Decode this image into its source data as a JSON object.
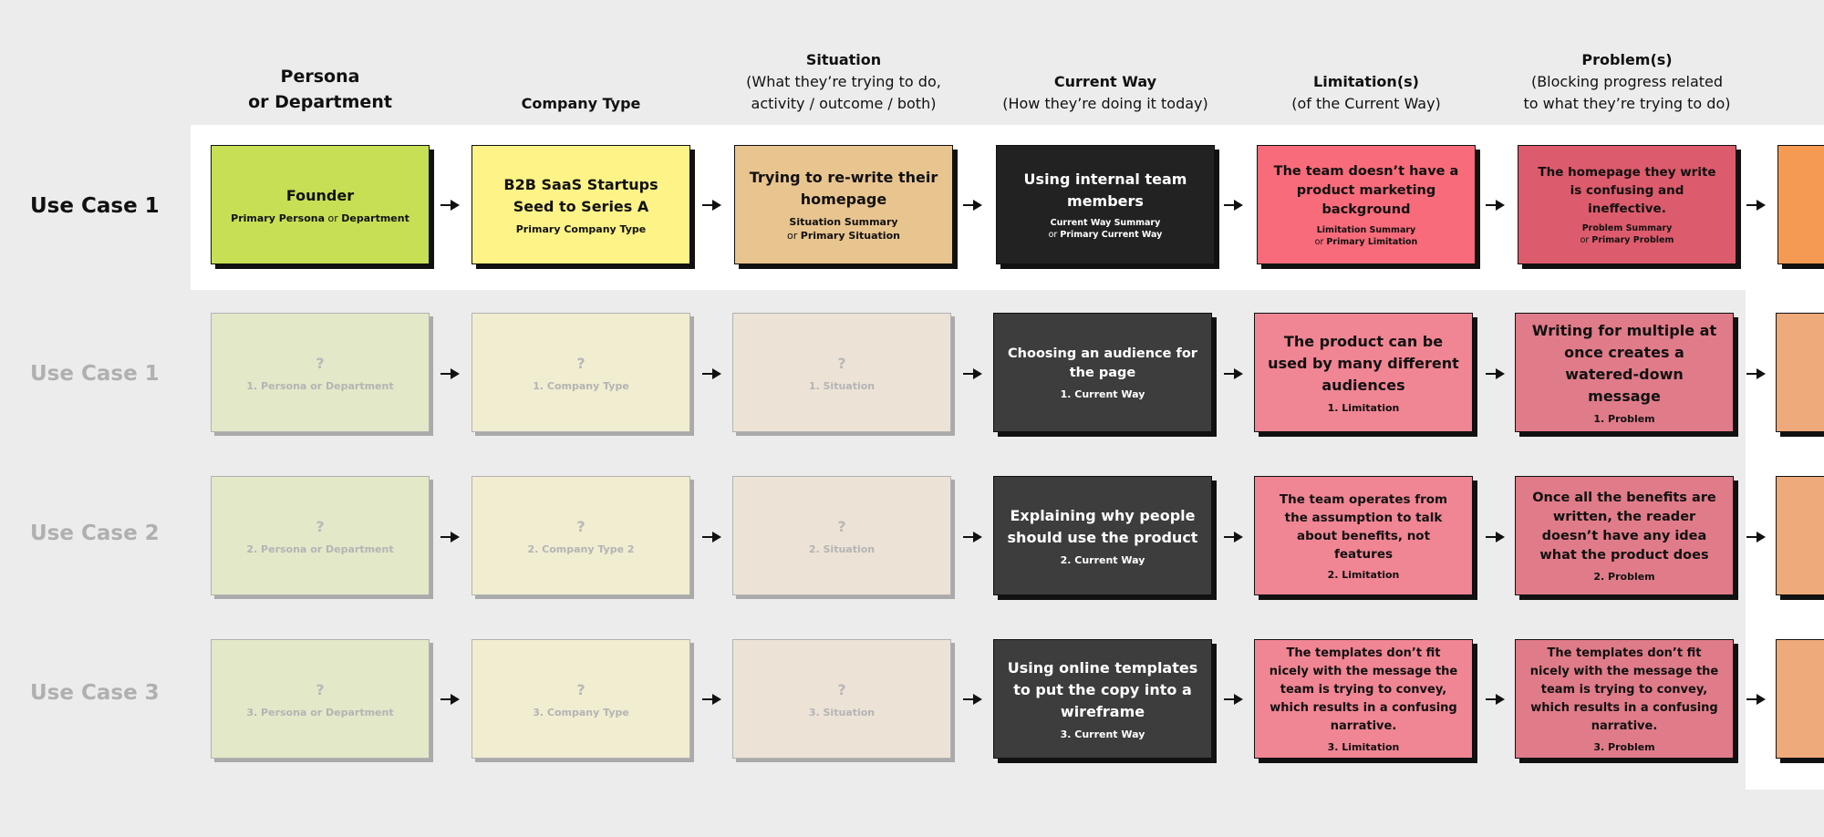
{
  "columns": [
    {
      "title": "Persona",
      "title2": "or Department"
    },
    {
      "title": "Company Type"
    },
    {
      "title": "Situation",
      "subtitle": "(What they’re trying to do,",
      "subtitle2": "activity / outcome / both)"
    },
    {
      "title": "Current Way",
      "subtitle": "(How they’re doing it today)"
    },
    {
      "title": "Limitation(s)",
      "subtitle": "(of the Current Way)"
    },
    {
      "title": "Problem(s)",
      "subtitle": "(Blocking progress related",
      "subtitle2": "to what they’re trying to do)"
    }
  ],
  "colors": {
    "persona": "#c6df55",
    "company": "#fdf387",
    "situation": "#e8c48f",
    "current": "#222222",
    "current_dark": "#3d3d3d",
    "limitation": "#f76b7a",
    "problem": "#dc5b6c",
    "edge": "#f59a52",
    "persona_faded": "#e3e8c8",
    "company_faded": "#f0edd1",
    "situation_faded": "#ece3d6",
    "limitation_row": "#f08594",
    "problem_row": "#e07b89",
    "edge_row": "#eeaa7a"
  },
  "rows": [
    {
      "label": "Use Case 1",
      "persona": {
        "main": "Founder",
        "sub_a": "Primary Persona",
        "sub_or": " or ",
        "sub_b": "Department"
      },
      "company": {
        "main": "B2B SaaS Startups Seed to Series A",
        "sub": "Primary Company Type"
      },
      "situation": {
        "main": "Trying to re-write their homepage",
        "sub_a": "Situation Summary",
        "sub_or": "or ",
        "sub_b": "Primary Situation"
      },
      "current": {
        "main": "Using internal team members",
        "sub_a": "Current Way Summary",
        "sub_or": "or ",
        "sub_b": "Primary Current Way"
      },
      "limitation": {
        "main": "The team doesn’t have a product marketing background",
        "sub_a": "Limitation Summary",
        "sub_or": "or ",
        "sub_b": "Primary Limitation"
      },
      "problem": {
        "main": "The homepage they write is confusing and ineffective.",
        "sub_a": "Problem Summary",
        "sub_or": "or ",
        "sub_b": "Primary Problem"
      }
    },
    {
      "label": "Use Case 1",
      "persona": {
        "main": "?",
        "sub": "1. Persona or Department"
      },
      "company": {
        "main": "?",
        "sub": "1. Company Type"
      },
      "situation": {
        "main": "?",
        "sub": "1. Situation"
      },
      "current": {
        "main": "Choosing an audience for the page",
        "sub": "1. Current Way"
      },
      "limitation": {
        "main": "The product can be used by many different audiences",
        "sub": "1. Limitation"
      },
      "problem": {
        "main": "Writing for multiple at once creates a watered-down message",
        "sub": "1. Problem"
      }
    },
    {
      "label": "Use Case 2",
      "persona": {
        "main": "?",
        "sub": "2. Persona or Department"
      },
      "company": {
        "main": "?",
        "sub": "2. Company Type 2"
      },
      "situation": {
        "main": "?",
        "sub": "2. Situation"
      },
      "current": {
        "main": "Explaining why people should use the product",
        "sub": "2. Current Way"
      },
      "limitation": {
        "main": "The team operates from the assumption to talk about benefits, not features",
        "sub": "2. Limitation"
      },
      "problem": {
        "main": "Once all the benefits are written, the reader doesn’t have any idea what the product does",
        "sub": "2. Problem"
      }
    },
    {
      "label": "Use Case 3",
      "persona": {
        "main": "?",
        "sub": "3. Persona or Department"
      },
      "company": {
        "main": "?",
        "sub": "3. Company Type"
      },
      "situation": {
        "main": "?",
        "sub": "3. Situation"
      },
      "current": {
        "main": "Using online templates to put the copy into a wireframe",
        "sub": "3. Current Way"
      },
      "limitation": {
        "main": "The templates don’t fit nicely with the message the team is trying to convey, which results in a confusing narrative.",
        "sub": "3. Limitation"
      },
      "problem": {
        "main": "The templates don’t fit nicely with the message the team is trying to convey, which results in a confusing narrative.",
        "sub": "3. Problem"
      }
    }
  ]
}
